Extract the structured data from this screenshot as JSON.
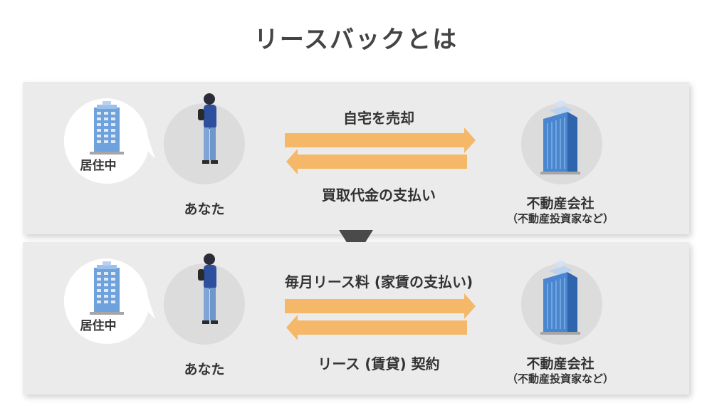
{
  "title": "リースバックとは",
  "colors": {
    "panel": "#ebebeb",
    "arrow": "#f5b869",
    "triangle": "#4a4a4a",
    "building": "#5a8fd0",
    "circle": "#dcdcdc"
  },
  "panels": [
    {
      "bubble_label": "居住中",
      "you_label": "あなた",
      "top_flow_label": "自宅を売却",
      "bottom_flow_label": "買取代金の支払い",
      "company_label": "不動産会社",
      "company_sub": "（不動産投資家など）"
    },
    {
      "bubble_label": "居住中",
      "you_label": "あなた",
      "top_flow_label": "毎月リース料 (家賃の支払い)",
      "bottom_flow_label": "リース (賃貸) 契約",
      "company_label": "不動産会社",
      "company_sub": "（不動産投資家など）"
    }
  ]
}
